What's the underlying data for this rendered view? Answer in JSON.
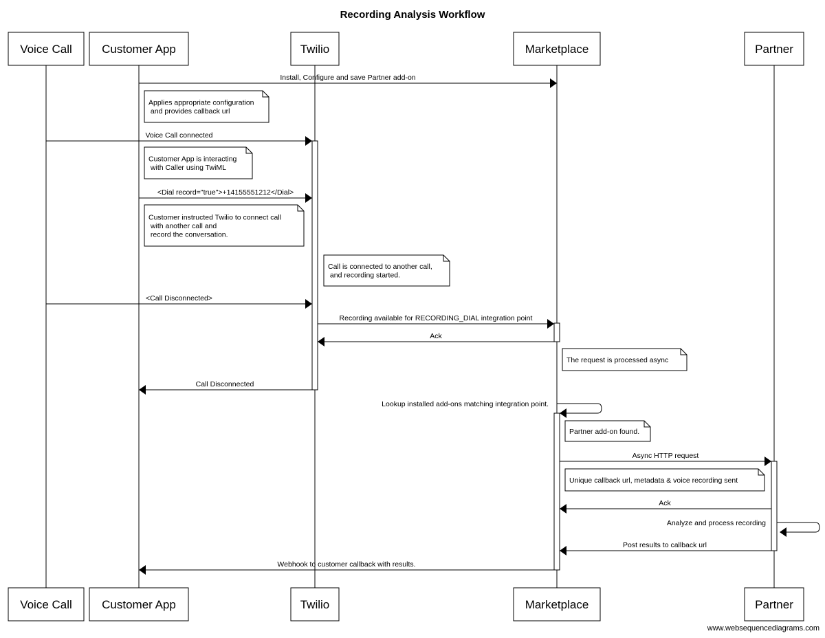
{
  "title": "Recording Analysis Workflow",
  "footer": "www.websequencediagrams.com",
  "participants": [
    {
      "id": "voice",
      "label": "Voice Call"
    },
    {
      "id": "app",
      "label": "Customer App"
    },
    {
      "id": "twilio",
      "label": "Twilio"
    },
    {
      "id": "market",
      "label": "Marketplace"
    },
    {
      "id": "partner",
      "label": "Partner"
    }
  ],
  "messages": [
    {
      "from": "app",
      "to": "market",
      "text": "Install, Configure and save Partner add-on"
    },
    {
      "from": "voice",
      "to": "twilio",
      "text": "Voice Call connected"
    },
    {
      "from": "app",
      "to": "twilio",
      "text": "<Dial record=\"true\">+14155551212</Dial>"
    },
    {
      "from": "voice",
      "to": "twilio",
      "text": "<Call Disconnected>"
    },
    {
      "from": "twilio",
      "to": "market",
      "text": "Recording available for RECORDING_DIAL integration point"
    },
    {
      "from": "market",
      "to": "twilio",
      "text": "Ack"
    },
    {
      "from": "twilio",
      "to": "app",
      "text": "Call Disconnected"
    },
    {
      "from": "market",
      "to": "market",
      "text": "Lookup installed add-ons matching integration point."
    },
    {
      "from": "market",
      "to": "partner",
      "text": "Async HTTP request"
    },
    {
      "from": "partner",
      "to": "market",
      "text": "Ack"
    },
    {
      "from": "partner",
      "to": "partner",
      "text": "Analyze and process recording"
    },
    {
      "from": "partner",
      "to": "market",
      "text": "Post results to callback url"
    },
    {
      "from": "market",
      "to": "app",
      "text": "Webhook to customer callback with results."
    }
  ],
  "notes": [
    {
      "lines": [
        "Applies appropriate configuration",
        " and provides callback url"
      ]
    },
    {
      "lines": [
        "Customer App is interacting",
        " with Caller using TwiML"
      ]
    },
    {
      "lines": [
        "Customer instructed Twilio to connect call",
        " with another call and",
        " record the conversation."
      ]
    },
    {
      "lines": [
        "Call is connected to another call,",
        " and recording started."
      ]
    },
    {
      "lines": [
        "The request is processed async"
      ]
    },
    {
      "lines": [
        "Partner add-on found."
      ]
    },
    {
      "lines": [
        "Unique callback url, metadata & voice recording sent"
      ]
    }
  ]
}
